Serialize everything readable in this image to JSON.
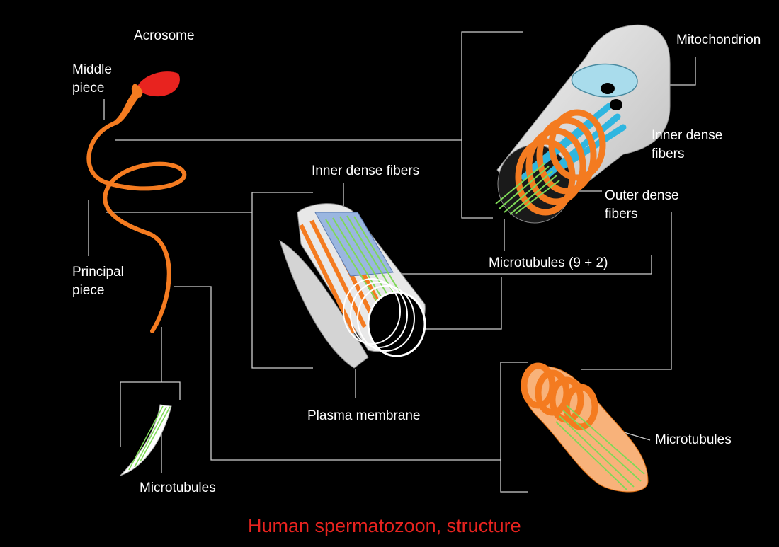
{
  "labels": {
    "acrosome": "Acrosome",
    "middle_piece": "Middle\npiece",
    "principal_piece": "Principal\npiece",
    "mitochondrion": "Mitochondrion",
    "inner_dense_fibers_right": "Inner dense\nfibers",
    "inner_dense_fibers_center": "Inner dense fibers",
    "outer_dense_fibers": "Outer dense\nfibers",
    "microtubules_9_2": "Microtubules (9 + 2)",
    "plasma_membrane": "Plasma membrane",
    "microtubules_right": "Microtubules",
    "microtubules_left": "Microtubules"
  },
  "caption": "Human spermatozoon, structure",
  "colors": {
    "background": "#000000",
    "label_text": "#ffffff",
    "caption": "#e8231f",
    "leader_line": "#cfcfcf",
    "acrosome": "#e8231f",
    "tail": "#f47b20",
    "mitochondrial_coil": "#f47b20",
    "outer_dense_fiber": "#e06a10",
    "inner_dense_fiber": "#2fb6e0",
    "microtubule": "#7ed957",
    "membrane": "#d9d9d9",
    "mitochondrion_inner": "#a9dcec"
  },
  "icons": {
    "whole_cell": "spermatozoon-illustration",
    "middle_piece_section": "middle-piece-cutaway",
    "principal_piece_section": "principal-piece-cutaway",
    "end_piece_section": "end-piece-cutaway",
    "tip_section": "tail-tip-cutaway"
  }
}
